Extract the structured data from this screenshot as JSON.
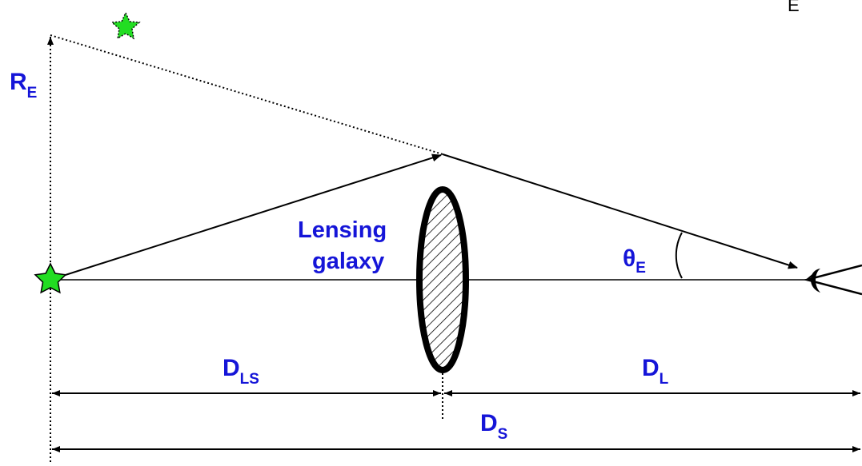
{
  "labels": {
    "einstein_radius": {
      "main": "R",
      "sub": "E"
    },
    "lens_name_line1": "Lensing",
    "lens_name_line2": "galaxy",
    "einstein_angle": {
      "main": "θ",
      "sub": "E"
    },
    "lens_source_distance": {
      "main": "D",
      "sub": "LS"
    },
    "lens_distance": {
      "main": "D",
      "sub": "L"
    },
    "source_distance": {
      "main": "D",
      "sub": "S"
    },
    "corner_fragment": "E"
  },
  "colors": {
    "label_blue": "#1515d8",
    "star_green": "#22dd22",
    "line": "#000000"
  },
  "icons": {
    "source": "star-icon",
    "apparent_image": "star-icon",
    "observer": "eye-icon",
    "lens": "hatched-ellipse"
  }
}
